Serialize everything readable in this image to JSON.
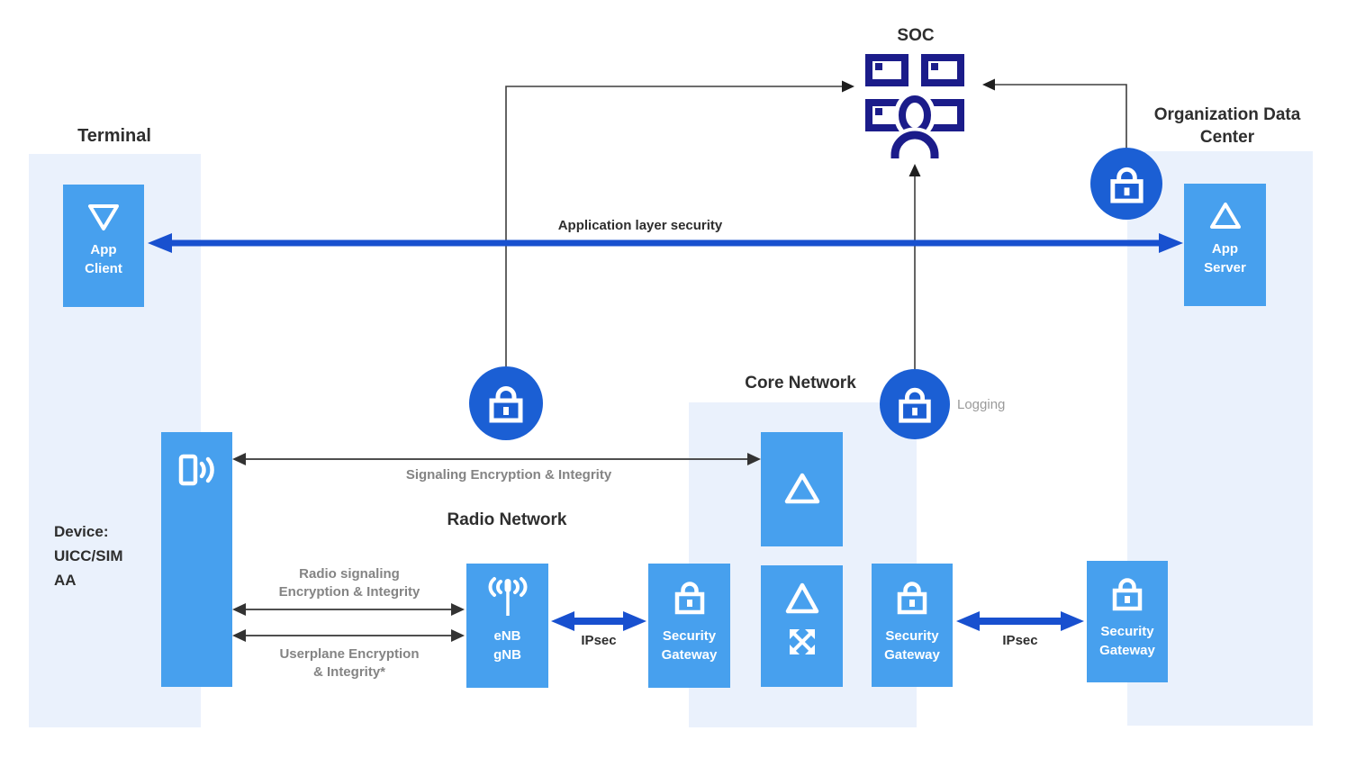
{
  "titles": {
    "terminal": "Terminal",
    "soc": "SOC",
    "odc": "Organization Data Center",
    "core": "Core Network",
    "radio": "Radio Network",
    "device_note": "Device:\nUICC/SIM\nAA"
  },
  "nodes": {
    "app_client": "App\nClient",
    "app_server": "App\nServer",
    "enb": "eNB\ngNB",
    "security_gateway": "Security\nGateway"
  },
  "edges": {
    "app_layer": "Application layer security",
    "signaling": "Signaling Encryption & Integrity",
    "radio_signaling": "Radio signaling\nEncryption & Integrity",
    "userplane": "Userplane Encryption\n& Integrity*",
    "ipsec": "IPsec",
    "logging": "Logging"
  },
  "icons": {
    "soc": "operator-with-monitors",
    "app_client": "triangle-down-outline",
    "app_server": "triangle-up-outline",
    "device": "mobile-device-signal",
    "enb": "antenna",
    "security_gateway": "padlock-outline",
    "core_function": "triangle-up-outline",
    "core_routing": "triangle-up-crossed-arrows",
    "lock_badge": "padlock-in-circle"
  },
  "colors": {
    "panel_blue": "#eaf1fc",
    "node_blue": "#47a0ee",
    "lock_blue": "#1b5fd4",
    "arrow_blue": "#1850cf",
    "soc_navy": "#1b1c8a",
    "gray_line": "#4f4f4f",
    "gray_text": "#848484",
    "dark_text": "#2e2e2e"
  }
}
